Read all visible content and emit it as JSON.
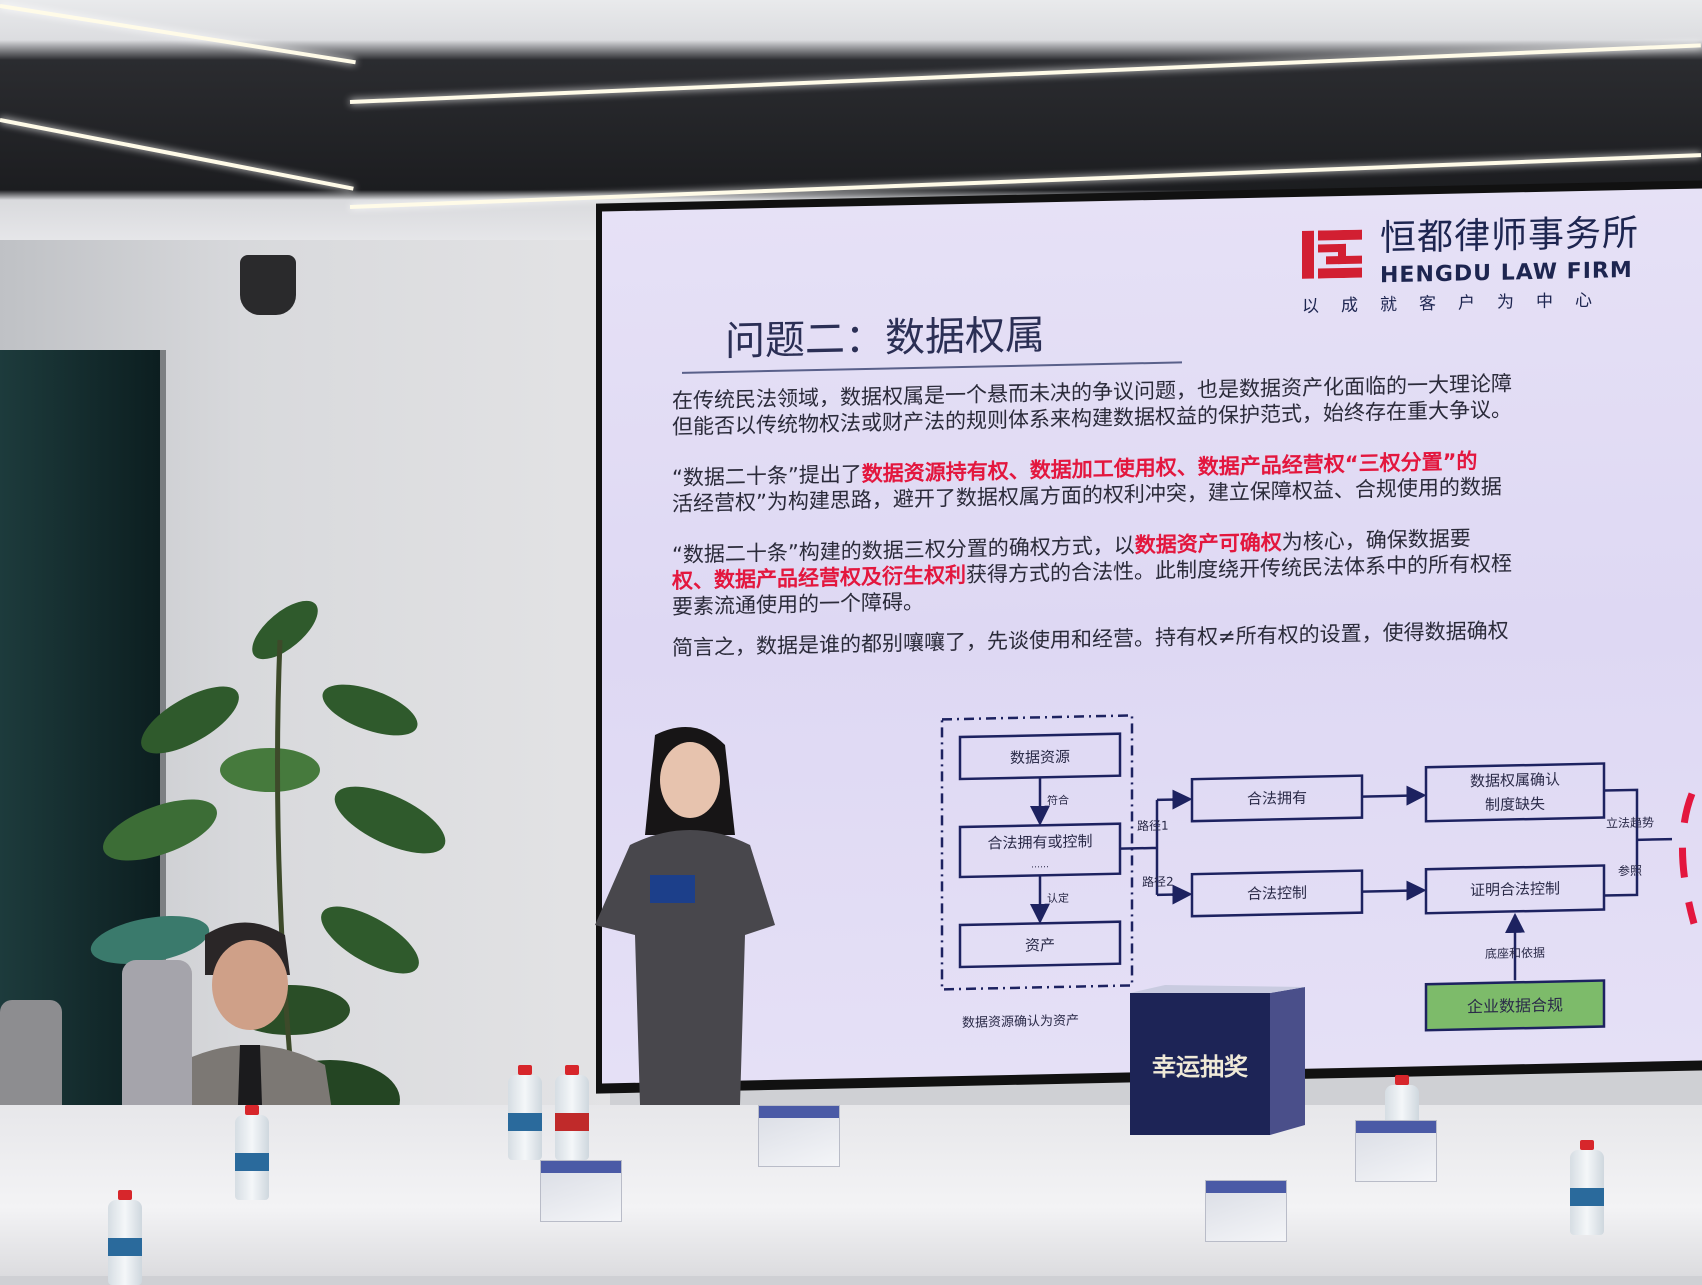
{
  "slide": {
    "logo": {
      "name_cn": "恒都律师事务所",
      "name_en": "HENGDU LAW FIRM",
      "slogan": "以成就客户为中心",
      "brand_color": "#d21f32"
    },
    "title": "问题二：数据权属",
    "highlight_color": "#e3173e",
    "paragraphs": [
      [
        [
          {
            "text": "在传统民法领域，数据权属是一个悬而未决的争议问题，也是数据资产化面临的一大理论障"
          }
        ],
        [
          {
            "text": "但能否以传统物权法或财产法的规则体系来构建数据权益的保护范式，始终存在重大争议。"
          }
        ]
      ],
      [
        [
          {
            "text": "“数据二十条”提出了"
          },
          {
            "text": "数据资源持有权、数据加工使用权、数据产品经营权“三权分置”的",
            "hl": true
          }
        ],
        [
          {
            "text": "活经营权”为构建思路，避开了数据权属方面的权利冲突，建立保障权益、合规使用的数据"
          }
        ]
      ],
      [
        [
          {
            "text": "“数据二十条”构建的数据三权分置的确权方式，以"
          },
          {
            "text": "数据资产可确权",
            "hl": true
          },
          {
            "text": "为核心，确保数据要"
          }
        ],
        [
          {
            "text": "权、数据产品经营权及衍生权利",
            "hl": true
          },
          {
            "text": "获得方式的合法性。此制度绕开传统民法体系中的所有权桎"
          }
        ],
        [
          {
            "text": "要素流通使用的一个障碍。"
          }
        ]
      ],
      [
        [
          {
            "text": "简言之，数据是谁的都别嚷嚷了，先谈使用和经营。持有权≠所有权的设置，使得数据确权"
          }
        ]
      ]
    ],
    "diagram": {
      "box_data_resource": "数据资源",
      "label_conform": "符合",
      "box_legal_possession_control": "合法拥有或控制",
      "ellipsis": "……",
      "label_recognize": "认定",
      "box_asset": "资产",
      "caption_dashed_group": "数据资源确认为资产",
      "label_path1": "路径1",
      "label_path2": "路径2",
      "box_legal_possession": "合法拥有",
      "box_legal_control": "合法控制",
      "box_ownership_gap_line1": "数据权属确认",
      "box_ownership_gap_line2": "制度缺失",
      "box_prove_control": "证明合法控制",
      "label_legislation_trend": "立法趋势",
      "label_reference": "参照",
      "label_basis": "底座和依据",
      "box_compliance": "企业数据合规",
      "compliance_color": "#7dbb6a"
    }
  },
  "room": {
    "lucky_draw_box": "幸运抽奖"
  }
}
